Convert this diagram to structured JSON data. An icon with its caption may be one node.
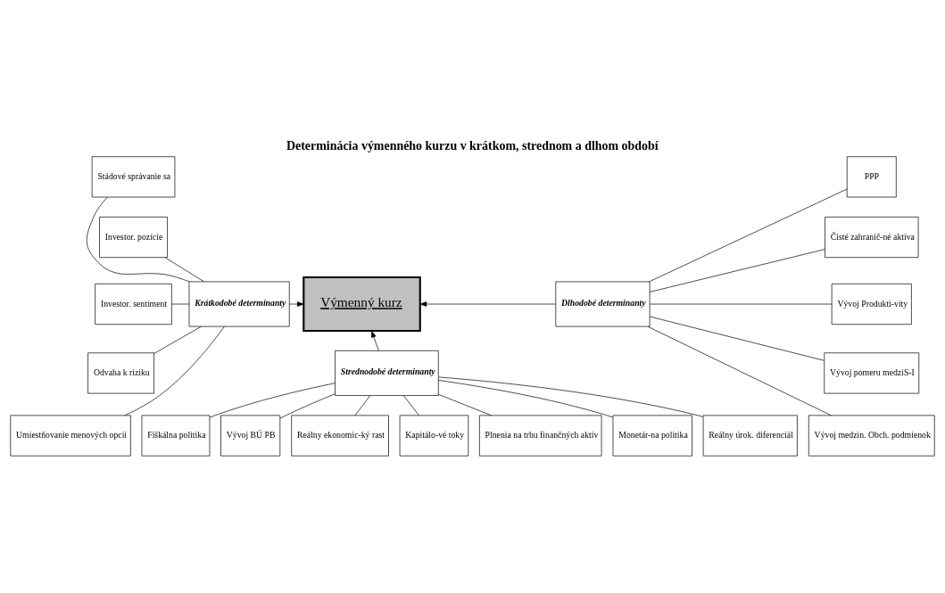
{
  "diagram": {
    "title": "Determinácia výmenného kurzu v krátkom, strednom a dlhom období",
    "nodes": [
      {
        "text": [
          "Výmenný kurz"
        ]
      },
      {
        "text": [
          "Krátkodobé determinanty"
        ]
      },
      {
        "text": [
          "Dlhodobé determinanty"
        ]
      },
      {
        "text": [
          "Strednodobé determinanty"
        ]
      },
      {
        "text": [
          "Stádové správanie sa"
        ]
      },
      {
        "text": [
          "Investor. pozície"
        ]
      },
      {
        "text": [
          "Investor. sentiment"
        ]
      },
      {
        "text": [
          "Odvaha k riziku"
        ]
      },
      {
        "text": [
          "Umiestňovanie menových opcií"
        ]
      },
      {
        "text": [
          "PPP"
        ]
      },
      {
        "text": [
          "Čisté zahranič-né aktíva"
        ]
      },
      {
        "text": [
          "Vývoj Produkti-vity"
        ]
      },
      {
        "text": [
          "Vývoj pomeru medziS-I"
        ]
      },
      {
        "text": [
          "Vývoj medzin. Obch. podmienok"
        ]
      },
      {
        "text": [
          "Monetár-na politika"
        ]
      },
      {
        "text": [
          "Reálny úrok. diferenciál"
        ]
      },
      {
        "text": [
          "Fiškálna politika"
        ]
      },
      {
        "text": [
          "Vývoj BÚ PB"
        ]
      },
      {
        "text": [
          "Reálny ekonomic-ký rast"
        ]
      },
      {
        "text": [
          "Kapitálo-vé toky"
        ]
      },
      {
        "text": [
          "Plnenia na trhu finančných aktív"
        ]
      }
    ],
    "edges": [
      {
        "from": 1,
        "to": 0,
        "arrow": "to"
      },
      {
        "from": 2,
        "to": 0,
        "arrow": "to"
      },
      {
        "from": 3,
        "to": 0,
        "arrow": "to"
      },
      {
        "from": 4,
        "to": 1,
        "arrow": "none"
      },
      {
        "from": 5,
        "to": 1,
        "arrow": "none"
      },
      {
        "from": 6,
        "to": 1,
        "arrow": "none"
      },
      {
        "from": 7,
        "to": 1,
        "arrow": "none"
      },
      {
        "from": 8,
        "to": 1,
        "arrow": "none"
      },
      {
        "from": 9,
        "to": 2,
        "arrow": "none"
      },
      {
        "from": 10,
        "to": 2,
        "arrow": "none"
      },
      {
        "from": 11,
        "to": 2,
        "arrow": "none"
      },
      {
        "from": 12,
        "to": 2,
        "arrow": "none"
      },
      {
        "from": 13,
        "to": 2,
        "arrow": "none"
      },
      {
        "from": 14,
        "to": 3,
        "arrow": "none"
      },
      {
        "from": 15,
        "to": 3,
        "arrow": "none"
      },
      {
        "from": 16,
        "to": 3,
        "arrow": "none"
      },
      {
        "from": 17,
        "to": 3,
        "arrow": "none"
      },
      {
        "from": 18,
        "to": 3,
        "arrow": "none"
      },
      {
        "from": 19,
        "to": 3,
        "arrow": "none"
      },
      {
        "from": 20,
        "to": 3,
        "arrow": "none"
      }
    ]
  }
}
